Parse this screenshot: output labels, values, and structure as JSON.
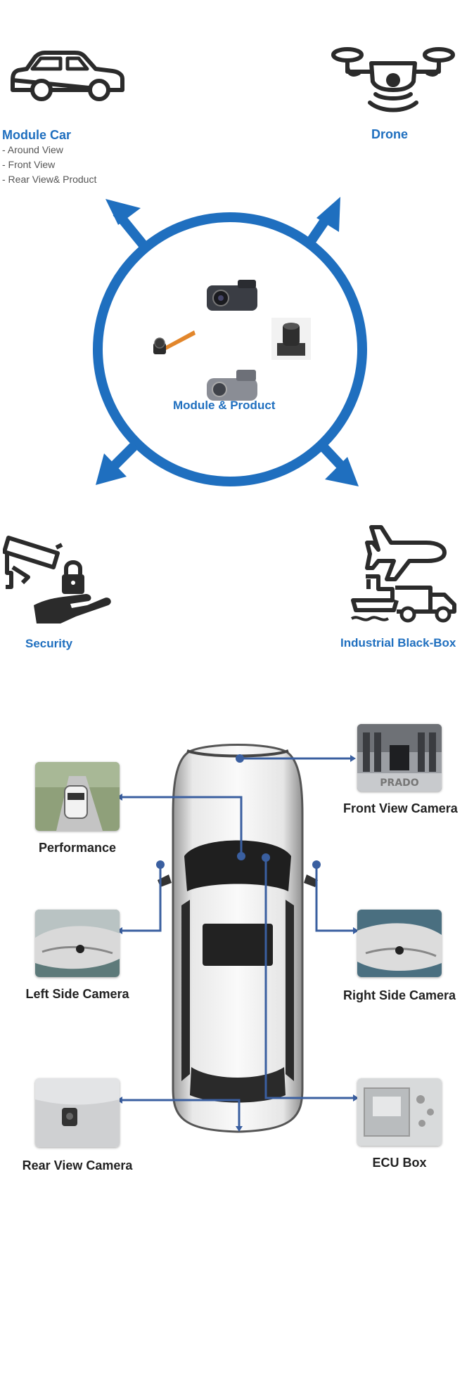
{
  "colors": {
    "brand_blue": "#1f6fbf",
    "icon_dark": "#2b2b2b",
    "connector_blue": "#3a5fa0"
  },
  "top": {
    "module_car": {
      "title": "Module Car",
      "items": [
        "- Around View",
        "- Front View",
        "- Rear View& Product"
      ],
      "icon": "car-icon"
    },
    "drone": {
      "title": "Drone",
      "icon": "drone-icon"
    },
    "center": {
      "label": "Module & Product",
      "icon": "camera-modules"
    },
    "security": {
      "title": "Security",
      "icon": "security-camera-lock-hand-icon"
    },
    "industrial": {
      "title": "Industrial Black-Box",
      "icon": "plane-ship-truck-icon"
    }
  },
  "car_diagram": {
    "front_view_camera": "Front View Camera",
    "performance": "Performance",
    "left_side_camera": "Left Side Camera",
    "right_side_camera": "Right Side Camera",
    "rear_view_camera": "Rear View Camera",
    "ecu_box": "ECU Box"
  }
}
